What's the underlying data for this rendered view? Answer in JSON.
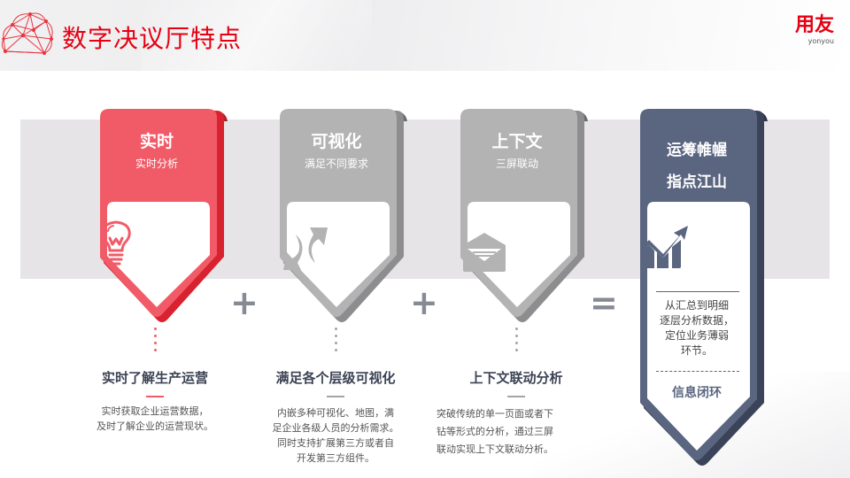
{
  "header": {
    "title": "数字决议厅特点",
    "brand_cn": "用友",
    "brand_en": "yonyou"
  },
  "colors": {
    "accent_red": "#f15b68",
    "accent_red_dark": "#c9202d",
    "gray_ribbon": "#b3b3b4",
    "gray_ribbon_dark": "#7a7a7c",
    "navy": "#5a6580",
    "navy_dark": "#3a4358",
    "band": "#e6e4e7",
    "title_red": "#e60012"
  },
  "columns": [
    {
      "title": "实时",
      "subtitle": "实时分析",
      "icon": "lightbulb-icon",
      "feature_title": "实时了解生产运营",
      "feature_desc": [
        "实时获取企业运营数据，",
        "及时了解企业的运营现状。"
      ]
    },
    {
      "title": "可视化",
      "subtitle": "满足不同要求",
      "icon": "refresh-arrows-icon",
      "feature_title": "满足各个层级可视化",
      "feature_desc": [
        "内嵌多种可视化、地图，满",
        "足企业各级人员的分析需求。",
        "同时支持扩展第三方或者自",
        "开发第三方组件。"
      ]
    },
    {
      "title": "上下文",
      "subtitle": "三屏联动",
      "icon": "envelope-icon",
      "feature_title": "上下文联动分析",
      "feature_desc": [
        "突破传统的单一页面或者下",
        "钻等形式的分析，通过三屏",
        "联动实现上下文联动分析。"
      ]
    }
  ],
  "operators": [
    "+",
    "+",
    "="
  ],
  "result": {
    "title_line1": "运筹帷幄",
    "title_line2": "指点江山",
    "icon": "growth-chart-icon",
    "desc": [
      "从汇总到明细",
      "逐层分析数据，",
      "定位业务薄弱",
      "环节。"
    ],
    "footer": "信息闭环"
  }
}
